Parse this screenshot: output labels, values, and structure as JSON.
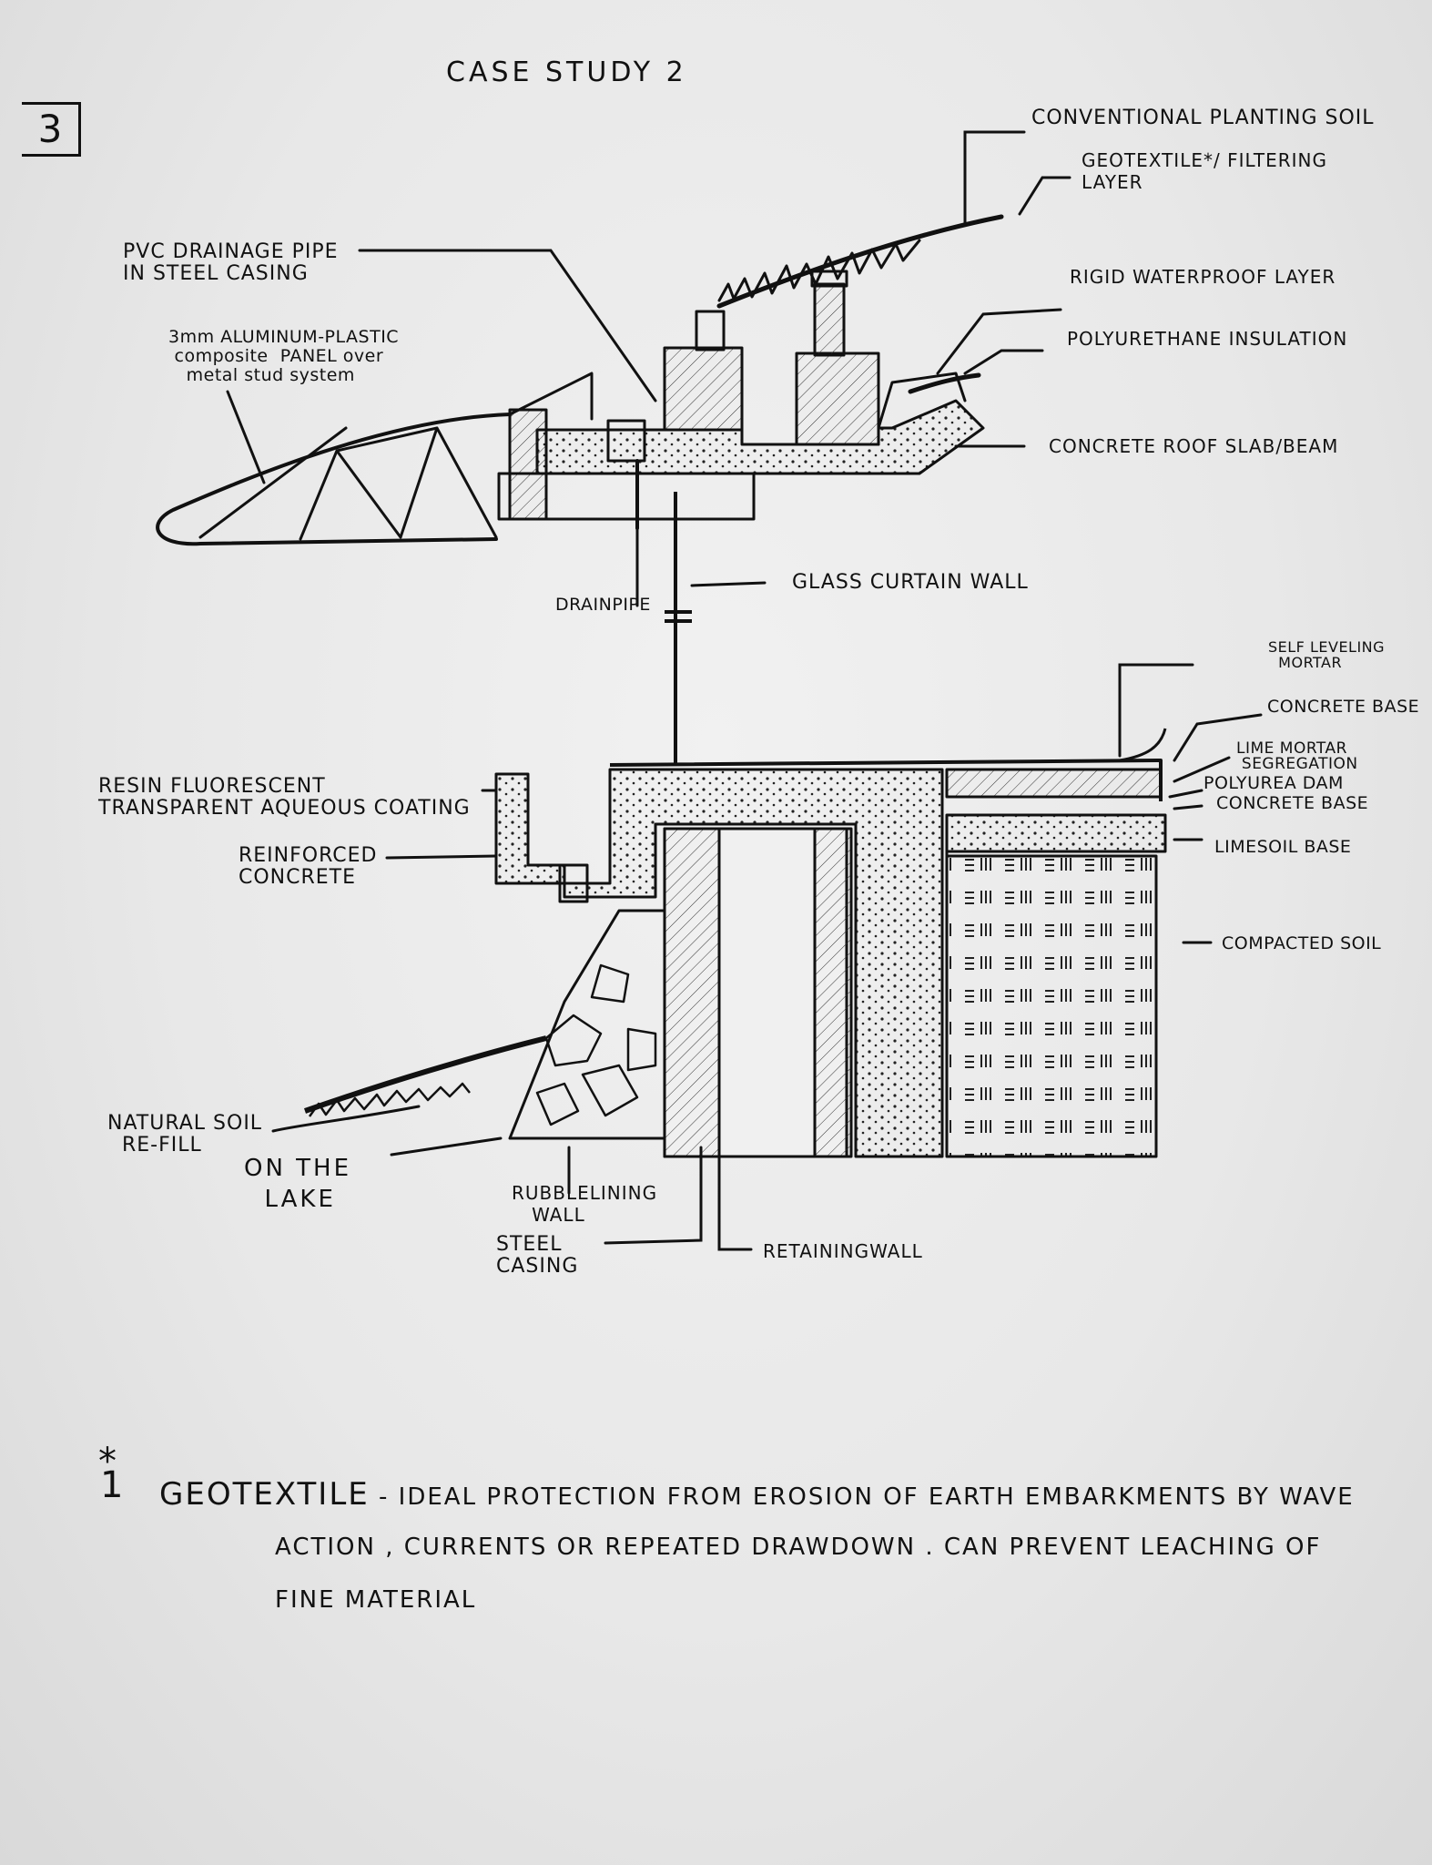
{
  "sheet": {
    "title": "CASE   STUDY 2",
    "page_number": "3"
  },
  "labels": {
    "planting_soil": "CONVENTIONAL PLANTING SOIL",
    "geotextile": "GEOTEXTILE*/ FILTERING\nLAYER",
    "pvc_pipe": "PVC DRAINAGE PIPE\nIN STEEL CASING",
    "panel": "3mm ALUMINUM-PLASTIC\n composite  PANEL over\n   metal stud system",
    "waterproof": "RIGID WATERPROOF LAYER",
    "insulation": "POLYURETHANE INSULATION",
    "roof_slab": "CONCRETE ROOF SLAB/BEAM",
    "glass_wall": "GLASS   CURTAIN WALL",
    "drainpipe": "DRAINPIPE",
    "self_leveling": "SELF LEVELING\n  MORTAR",
    "concrete_base_top": "CONCRETE BASE",
    "lime_mortar": "LIME MORTAR\n SEGREGATION",
    "polyurea": "POLYUREA DAM",
    "concrete_base": "CONCRETE BASE",
    "limesoil": "LIMESOIL BASE",
    "compacted": "COMPACTED SOIL",
    "resin": "RESIN FLUORESCENT\nTRANSPARENT AQUEOUS COATING",
    "reinforced": "REINFORCED\nCONCRETE",
    "natural_soil": "NATURAL SOIL\n  RE-FILL",
    "lake": "ON THE\n  LAKE",
    "rubble": "RUBBLELINING\n   WALL",
    "steel_casing": "STEEL\nCASING",
    "retaining": "RETAININGWALL"
  },
  "footnote": {
    "marker": "1",
    "star": "*",
    "term": "GEOTEXTILE",
    "line1": " - IDEAL  PROTECTION  FROM  EROSION  OF  EARTH  EMBARKMENTS  BY  WAVE",
    "line2": "ACTION ,  CURRENTS  OR  REPEATED  DRAWDOWN  .  CAN  PREVENT  LEACHING OF",
    "line3": "FINE  MATERIAL"
  }
}
